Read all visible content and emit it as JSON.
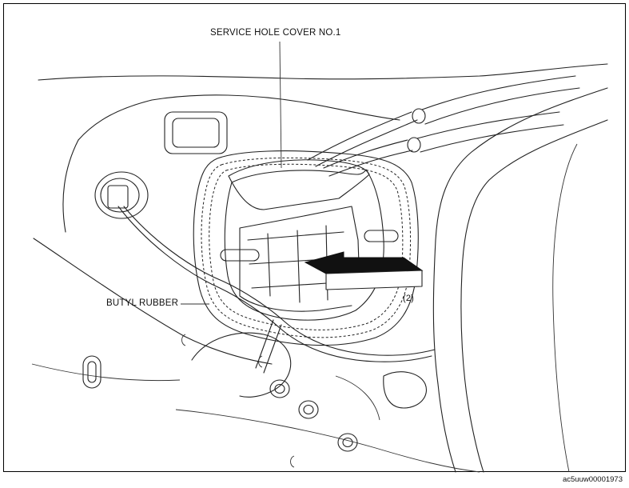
{
  "figure": {
    "labels": {
      "service_hole_cover": "SERVICE HOLE COVER NO.1",
      "butyl_rubber": "BUTYL RUBBER",
      "step_number": "(2)"
    },
    "image_id": "ac5uuw00001973",
    "colors": {
      "line": "#222222",
      "background": "#ffffff",
      "arrow_fill": "#111111"
    },
    "icons": [
      "removal-direction-arrow"
    ]
  }
}
